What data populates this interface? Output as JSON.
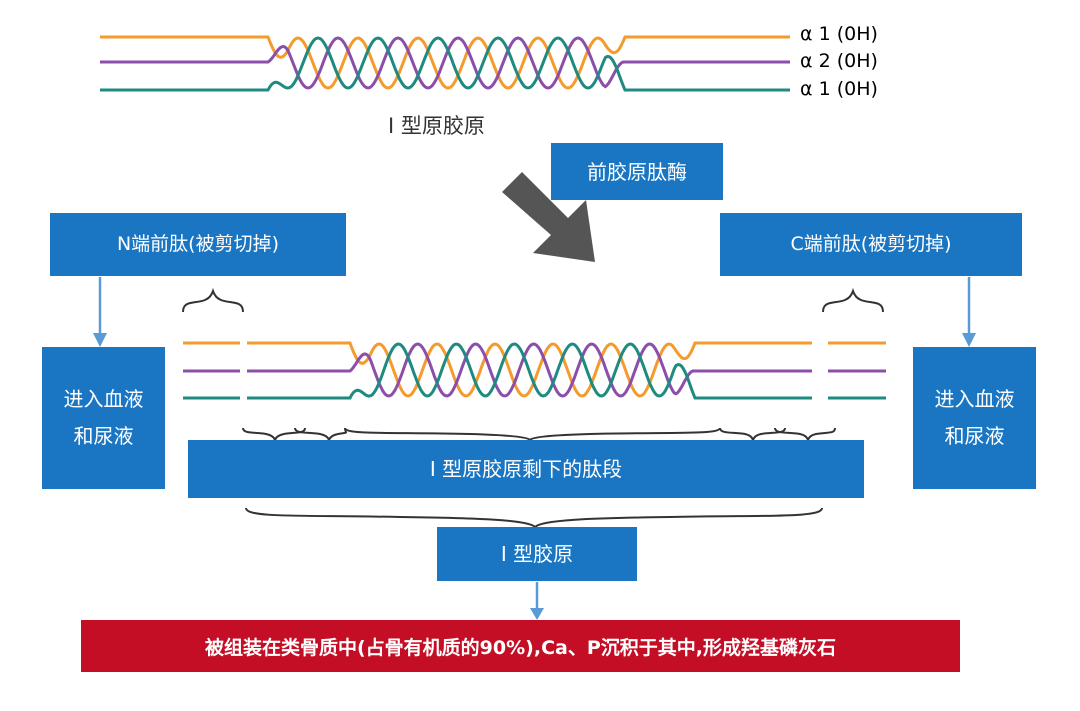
{
  "chains": {
    "colors": [
      "#f59a2c",
      "#8b4eab",
      "#1f8a80"
    ],
    "labels": [
      "α 1 (0H)",
      "α 2 (0H)",
      "α 1 (0H)"
    ]
  },
  "procollagen_label": "I 型原胶原",
  "enzyme_label": "前胶原肽酶",
  "n_propeptide_label": "N端前肽(被剪切掉)",
  "c_propeptide_label": "C端前肽(被剪切掉)",
  "into_blood_left": "进入血液和尿液",
  "into_blood_right": "进入血液和尿液",
  "remaining_peptides_label": "I 型原胶原剩下的肽段",
  "collagen_label": "I 型胶原",
  "bottom_statement": "被组装在类骨质中(占骨有机质的90%),Ca、P沉积于其中,形成羟基磷灰石",
  "colors": {
    "box_blue": "#1a76c3",
    "box_red": "#c40e25",
    "arrow_gray": "#555555",
    "brace": "#333333"
  }
}
